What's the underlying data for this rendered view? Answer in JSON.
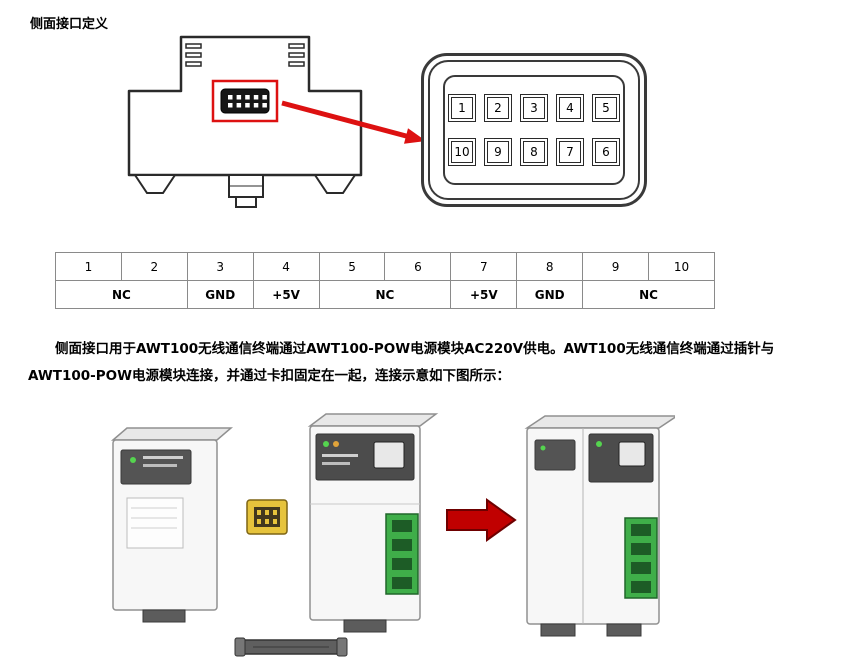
{
  "page": {
    "heading": "侧面接口定义",
    "paragraph": "侧面接口用于AWT100无线通信终端通过AWT100-POW电源模块AC220V供电。AWT100无线通信终端通过插针与AWT100-POW电源模块连接，并通过卡扣固定在一起，连接示意如下图所示："
  },
  "connector_pinout": {
    "top_row": [
      "1",
      "2",
      "3",
      "4",
      "5"
    ],
    "bottom_row": [
      "10",
      "9",
      "8",
      "7",
      "6"
    ]
  },
  "pin_table": {
    "headers": [
      "1",
      "2",
      "3",
      "4",
      "5",
      "6",
      "7",
      "8",
      "9",
      "10"
    ],
    "assignments": [
      {
        "label": "NC"
      },
      {
        "label": "GND"
      },
      {
        "label": "+5V"
      },
      {
        "label": "NC"
      },
      {
        "label": "+5V"
      },
      {
        "label": "GND"
      },
      {
        "label": "NC"
      }
    ]
  },
  "colors": {
    "highlight_red": "#dd1111",
    "arrow_red": "#c00000",
    "terminal_green": "#3fae49",
    "connector_yellow": "#e6c33c"
  }
}
